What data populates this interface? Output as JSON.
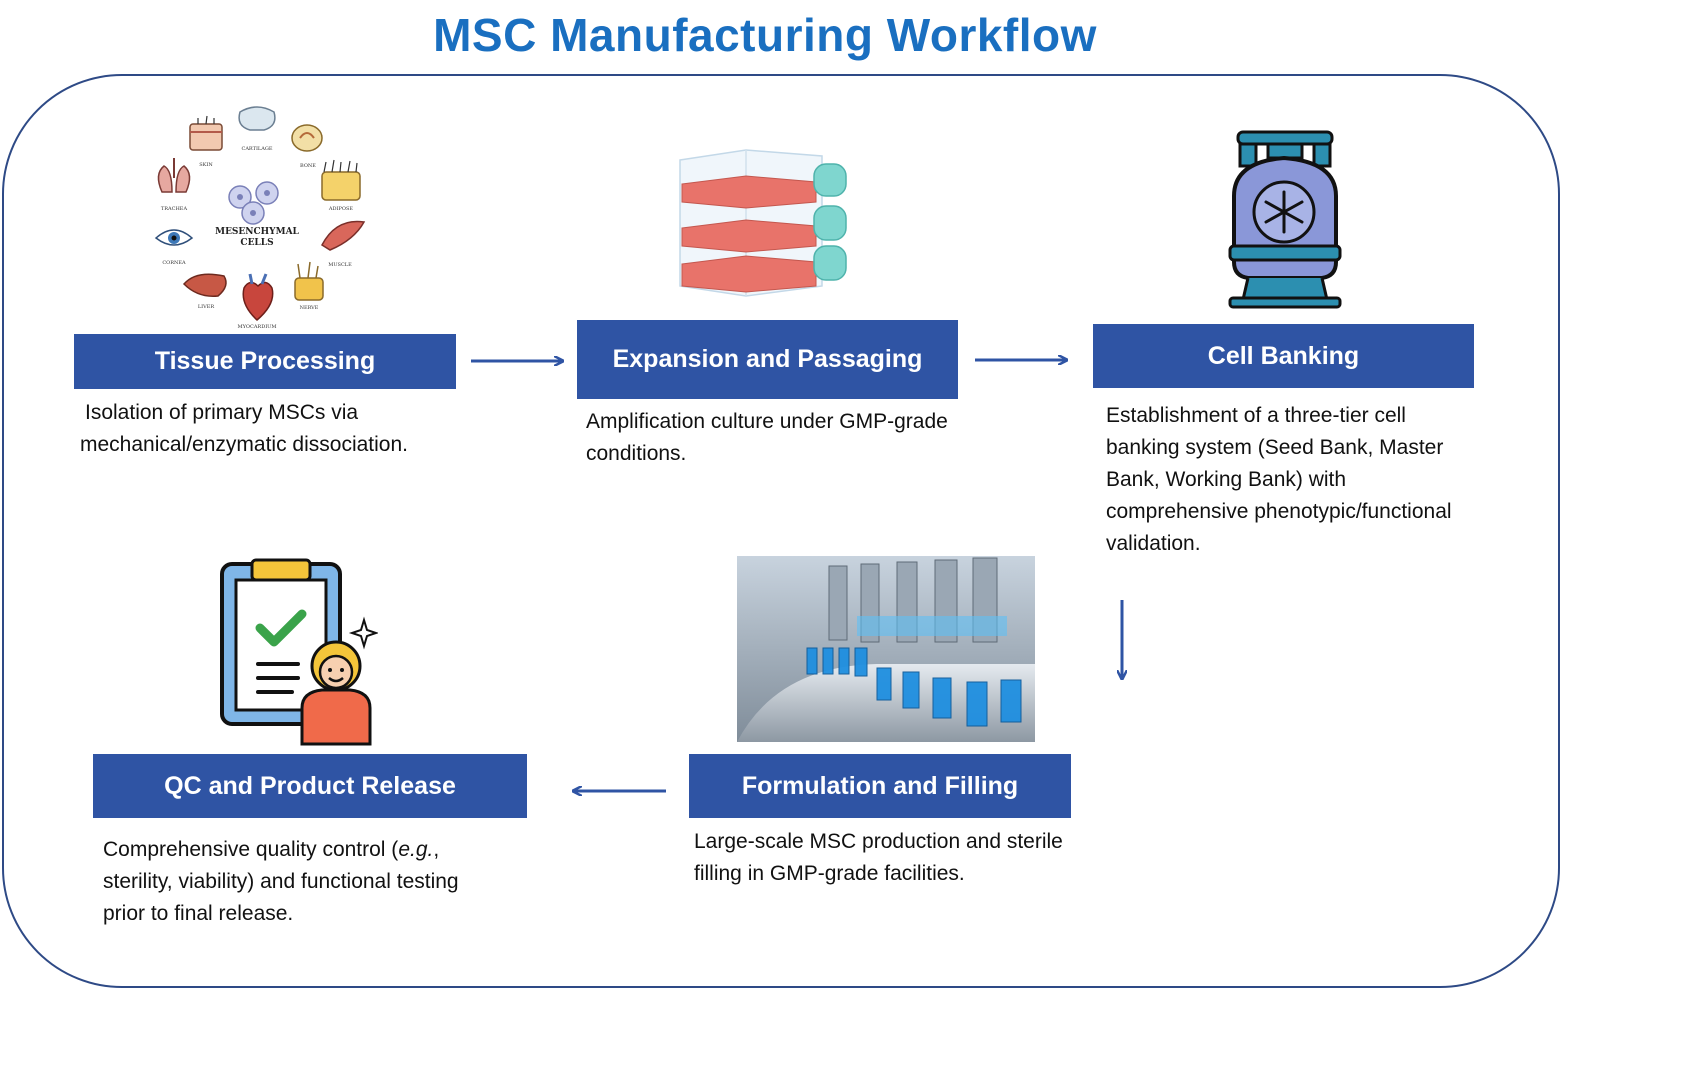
{
  "title": "MSC Manufacturing Workflow",
  "steps": [
    {
      "label": "Tissue Processing",
      "description": "Isolation of primary MSCs via mechanical/enzymatic dissociation."
    },
    {
      "label": "Expansion and Passaging",
      "description": "Amplification culture under GMP-grade conditions."
    },
    {
      "label": "Cell Banking",
      "description": "Establishment of a three-tier cell banking system (Seed Bank, Master Bank, Working Bank) with comprehensive phenotypic/functional validation."
    },
    {
      "label": "Formulation and Filling",
      "description": "Large-scale MSC production and sterile filling in GMP-grade facilities."
    },
    {
      "label": "QC and Product Release",
      "description_pre": "Comprehensive quality control (",
      "description_em": "e.g.",
      "description_post": ", sterility, viability) and functional testing prior to final release."
    }
  ],
  "tissue_art": {
    "center": "MESENCHYMAL CELLS",
    "sources": [
      "CARTILAGE",
      "BONE",
      "ADIPOSE",
      "MUSCLE",
      "NERVE",
      "MYOCARDIUM",
      "LIVER",
      "CORNEA",
      "TRACHEA",
      "SKIN"
    ]
  },
  "icons": [
    "mesenchymal-sources-illustration",
    "culture-flasks-icon",
    "cryo-tank-icon",
    "filling-line-photo",
    "qc-clipboard-icon"
  ],
  "colors": {
    "title": "#1a6fc0",
    "box": "#2f54a4",
    "arrow": "#2f54a4",
    "frame": "#2e4a86"
  }
}
